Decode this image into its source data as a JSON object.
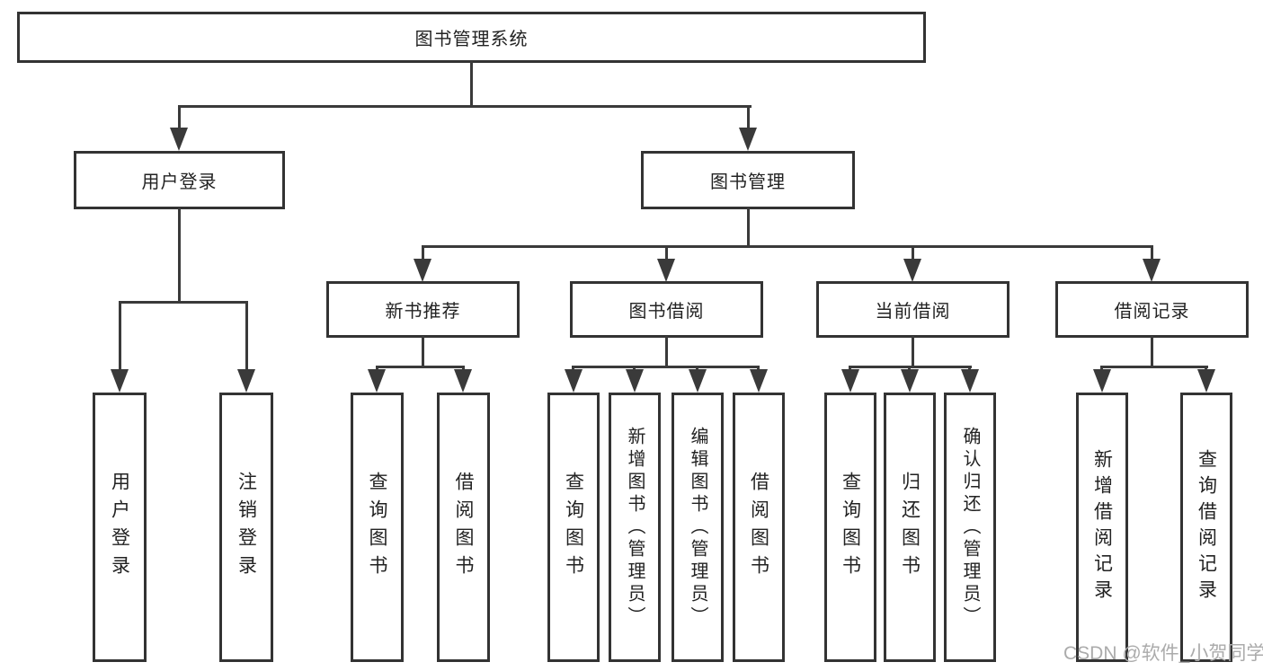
{
  "nodes": {
    "root": {
      "label": "图书管理系统"
    },
    "user_login": {
      "label": "用户登录"
    },
    "book_management": {
      "label": "图书管理"
    },
    "new_book_recommend": {
      "label": "新书推荐"
    },
    "book_borrowing": {
      "label": "图书借阅"
    },
    "current_borrowing": {
      "label": "当前借阅"
    },
    "borrowing_records": {
      "label": "借阅记录"
    },
    "leaf_user_login": {
      "label": "用户登录"
    },
    "leaf_logout": {
      "label": "注销登录"
    },
    "nb_query_books": {
      "label": "查询图书"
    },
    "nb_borrow_books": {
      "label": "借阅图书"
    },
    "bb_query_books": {
      "label": "查询图书"
    },
    "bb_add_books": {
      "label": "新增图书（管理员）"
    },
    "bb_edit_books": {
      "label": "编辑图书（管理员）"
    },
    "bb_borrow_books": {
      "label": "借阅图书"
    },
    "cb_query_books": {
      "label": "查询图书"
    },
    "cb_return_books": {
      "label": "归还图书"
    },
    "cb_confirm_return": {
      "label": "确认归还（管理员）"
    },
    "br_add_record": {
      "label": "新增借阅记录"
    },
    "br_query_record": {
      "label": "查询借阅记录"
    }
  },
  "hierarchy": {
    "图书管理系统": [
      "用户登录",
      "图书管理"
    ],
    "用户登录": [
      "用户登录",
      "注销登录"
    ],
    "图书管理": [
      "新书推荐",
      "图书借阅",
      "当前借阅",
      "借阅记录"
    ],
    "新书推荐": [
      "查询图书",
      "借阅图书"
    ],
    "图书借阅": [
      "查询图书",
      "新增图书（管理员）",
      "编辑图书（管理员）",
      "借阅图书"
    ],
    "当前借阅": [
      "查询图书",
      "归还图书",
      "确认归还（管理员）"
    ],
    "借阅记录": [
      "新增借阅记录",
      "查询借阅记录"
    ]
  },
  "watermark": {
    "text": "CSDN @软件_小贺同学",
    "color": "#ababab"
  },
  "colors": {
    "line": "#3a3a3a",
    "box_border": "#333333",
    "text": "#222222",
    "background": "#ffffff"
  }
}
